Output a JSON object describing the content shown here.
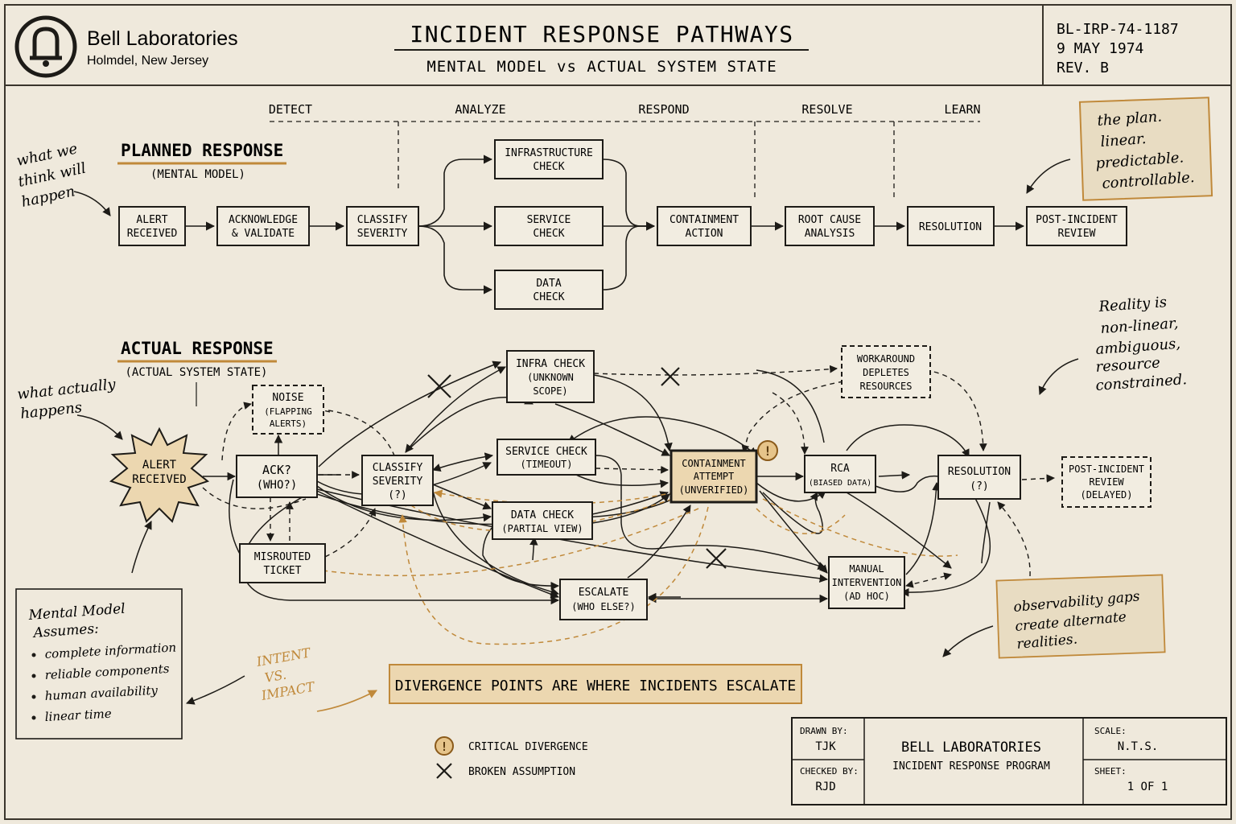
{
  "header": {
    "org_name": "Bell Laboratories",
    "org_location": "Holmdel, New Jersey",
    "title": "INCIDENT RESPONSE PATHWAYS",
    "subtitle": "MENTAL MODEL vs ACTUAL SYSTEM STATE",
    "doc_number": "BL-IRP-74-1187",
    "doc_date": "9 MAY 1974",
    "doc_rev": "REV. B"
  },
  "phases": [
    "DETECT",
    "ANALYZE",
    "RESPOND",
    "RESOLVE",
    "LEARN"
  ],
  "planned": {
    "title": "PLANNED RESPONSE",
    "subtitle": "(MENTAL MODEL)",
    "boxes": {
      "alert": [
        "ALERT",
        "RECEIVED"
      ],
      "ack": [
        "ACKNOWLEDGE",
        "& VALIDATE"
      ],
      "classify": [
        "CLASSIFY",
        "SEVERITY"
      ],
      "infra": [
        "INFRASTRUCTURE",
        "CHECK"
      ],
      "service": [
        "SERVICE",
        "CHECK"
      ],
      "data": [
        "DATA",
        "CHECK"
      ],
      "containment": [
        "CONTAINMENT",
        "ACTION"
      ],
      "rca": [
        "ROOT CAUSE",
        "ANALYSIS"
      ],
      "resolution": [
        "RESOLUTION"
      ],
      "review": [
        "POST-INCIDENT",
        "REVIEW"
      ]
    }
  },
  "actual": {
    "title": "ACTUAL RESPONSE",
    "subtitle": "(ACTUAL SYSTEM STATE)",
    "boxes": {
      "alert": [
        "ALERT",
        "RECEIVED"
      ],
      "noise": [
        "NOISE",
        "(FLAPPING",
        "ALERTS)"
      ],
      "ack": [
        "ACK?",
        "(WHO?)"
      ],
      "misrouted": [
        "MISROUTED",
        "TICKET"
      ],
      "classify": [
        "CLASSIFY",
        "SEVERITY",
        "(?)"
      ],
      "infra": [
        "INFRA CHECK",
        "(UNKNOWN",
        "SCOPE)"
      ],
      "service": [
        "SERVICE CHECK",
        "(TIMEOUT)"
      ],
      "data": [
        "DATA CHECK",
        "(PARTIAL VIEW)"
      ],
      "escalate": [
        "ESCALATE",
        "(WHO ELSE?)"
      ],
      "containment": [
        "CONTAINMENT",
        "ATTEMPT",
        "(UNVERIFIED)"
      ],
      "workaround": [
        "WORKAROUND",
        "DEPLETES",
        "RESOURCES"
      ],
      "rca": [
        "RCA",
        "(BIASED DATA)"
      ],
      "manual": [
        "MANUAL",
        "INTERVENTION",
        "(AD HOC)"
      ],
      "resolution": [
        "RESOLUTION",
        "(?)"
      ],
      "review": [
        "POST-INCIDENT",
        "REVIEW",
        "(DELAYED)"
      ]
    }
  },
  "notes": {
    "think": [
      "what we",
      "think will",
      "happen"
    ],
    "plan": [
      "the plan.",
      "linear.",
      "predictable.",
      "controllable."
    ],
    "actually": [
      "what actually",
      "happens"
    ],
    "reality": [
      "Reality is",
      "non-linear,",
      "ambiguous,",
      "resource",
      "constrained."
    ],
    "intent": [
      "INTENT",
      "VS.",
      "IMPACT"
    ],
    "observability": [
      "observability gaps",
      "create alternate",
      "realities."
    ],
    "mental_model_title": [
      "Mental Model",
      "Assumes:"
    ],
    "mental_model_items": [
      "complete information",
      "reliable components",
      "human availability",
      "linear time"
    ]
  },
  "banner": "DIVERGENCE POINTS ARE WHERE INCIDENTS ESCALATE",
  "legend": {
    "critical_symbol": "!",
    "critical": "CRITICAL DIVERGENCE",
    "broken": "BROKEN ASSUMPTION"
  },
  "title_block": {
    "drawn_label": "DRAWN BY:",
    "drawn_value": "TJK",
    "checked_label": "CHECKED BY:",
    "checked_value": "RJD",
    "center_line1": "BELL LABORATORIES",
    "center_line2": "INCIDENT RESPONSE PROGRAM",
    "scale_label": "SCALE:",
    "scale_value": "N.T.S.",
    "sheet_label": "SHEET:",
    "sheet_value": "1 OF 1"
  },
  "colors": {
    "paper": "#efe9dc",
    "ink": "#1d1b17",
    "accent": "#c0893a",
    "highlight_fill": "#ecd7b0",
    "note_fill": "#e8dcc2"
  }
}
